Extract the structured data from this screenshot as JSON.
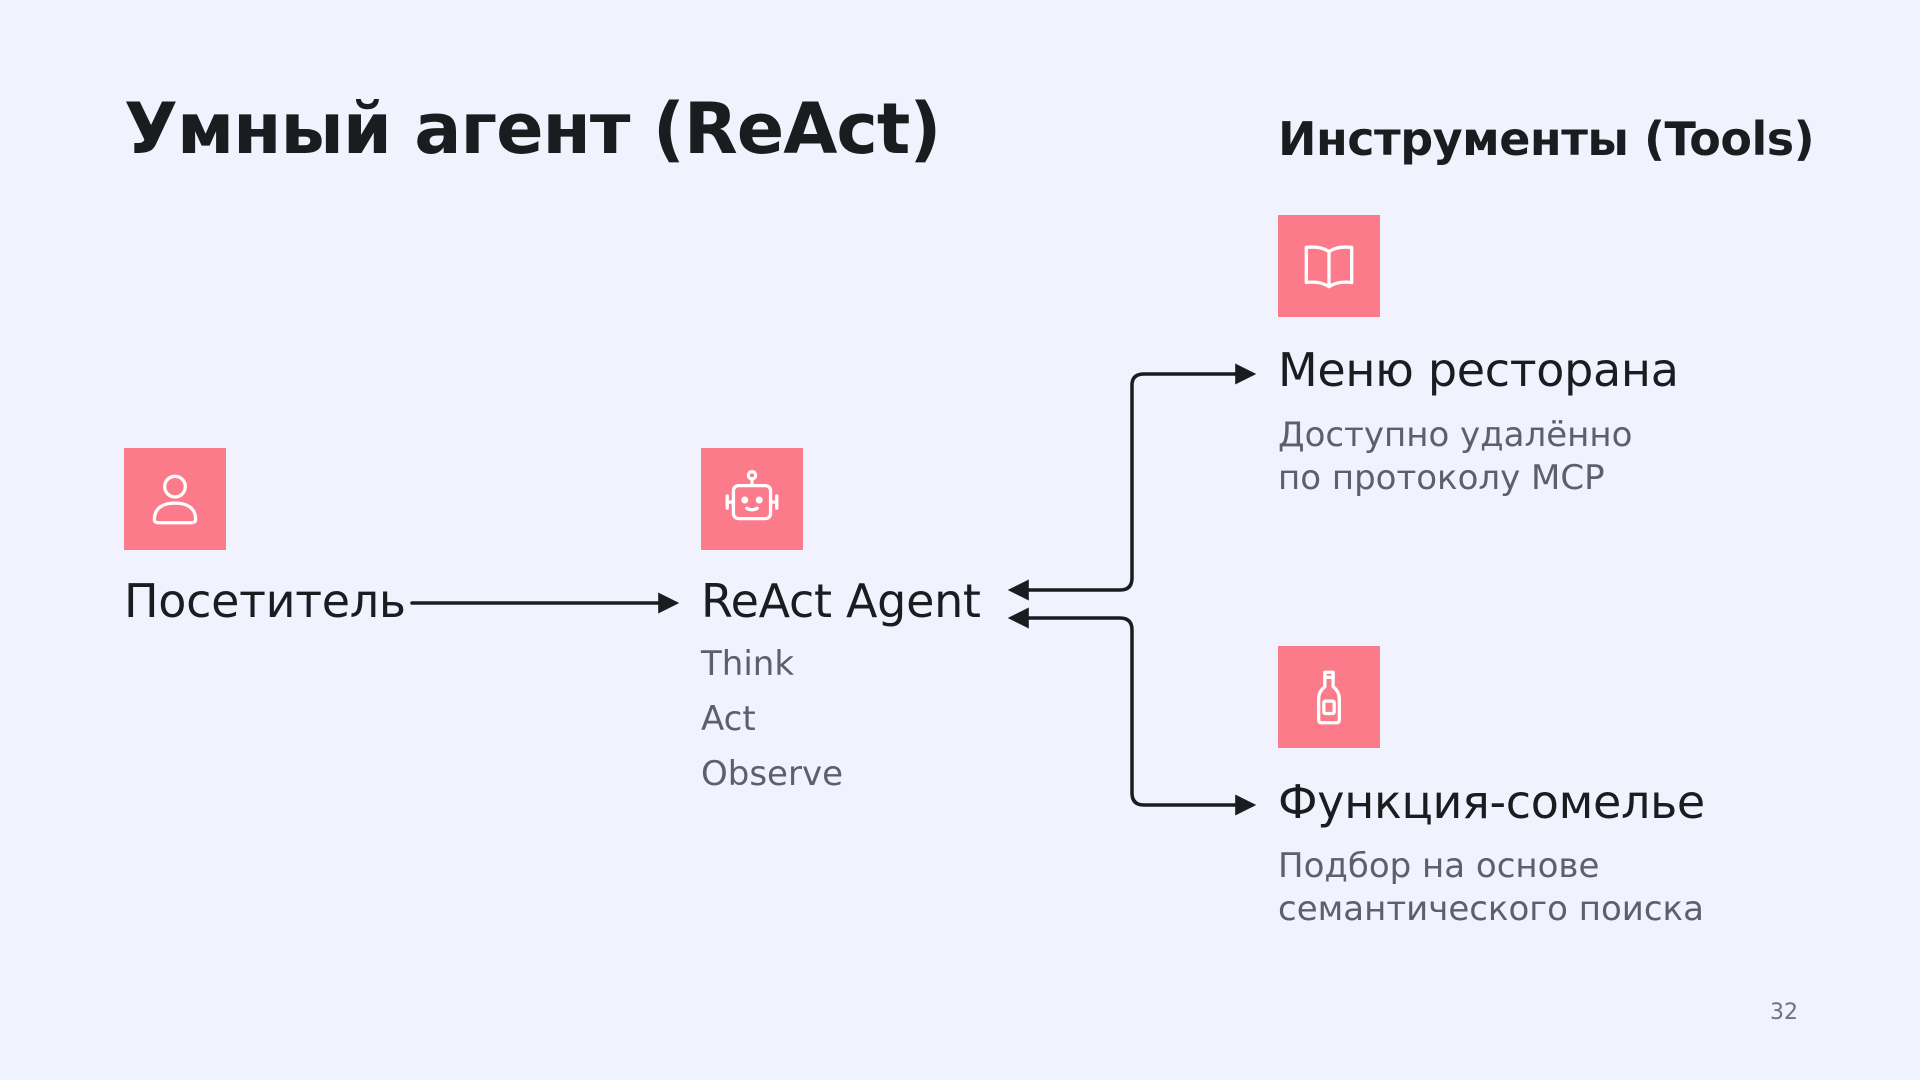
{
  "slide": {
    "title": "Умный агент (ReAct)",
    "page_number": "32"
  },
  "tools": {
    "heading": "Инструменты (Tools)",
    "menu": {
      "label": "Меню ресторана",
      "description": [
        "Доступно удалённо",
        "по протоколу MCP"
      ],
      "icon": "book-icon"
    },
    "sommelier": {
      "label": "Функция-сомелье",
      "description": [
        "Подбор на основе",
        "семантического поиска"
      ],
      "icon": "bottle-icon"
    }
  },
  "visitor": {
    "label": "Посетитель",
    "icon": "user-icon"
  },
  "agent": {
    "label": "ReAct Agent",
    "steps": [
      "Think",
      "Act",
      "Observe"
    ],
    "icon": "robot-icon"
  },
  "colors": {
    "accent": "#fb7b8b",
    "background": "#f0f2fd",
    "text": "#1b1c20",
    "muted": "#5c5f6e"
  }
}
